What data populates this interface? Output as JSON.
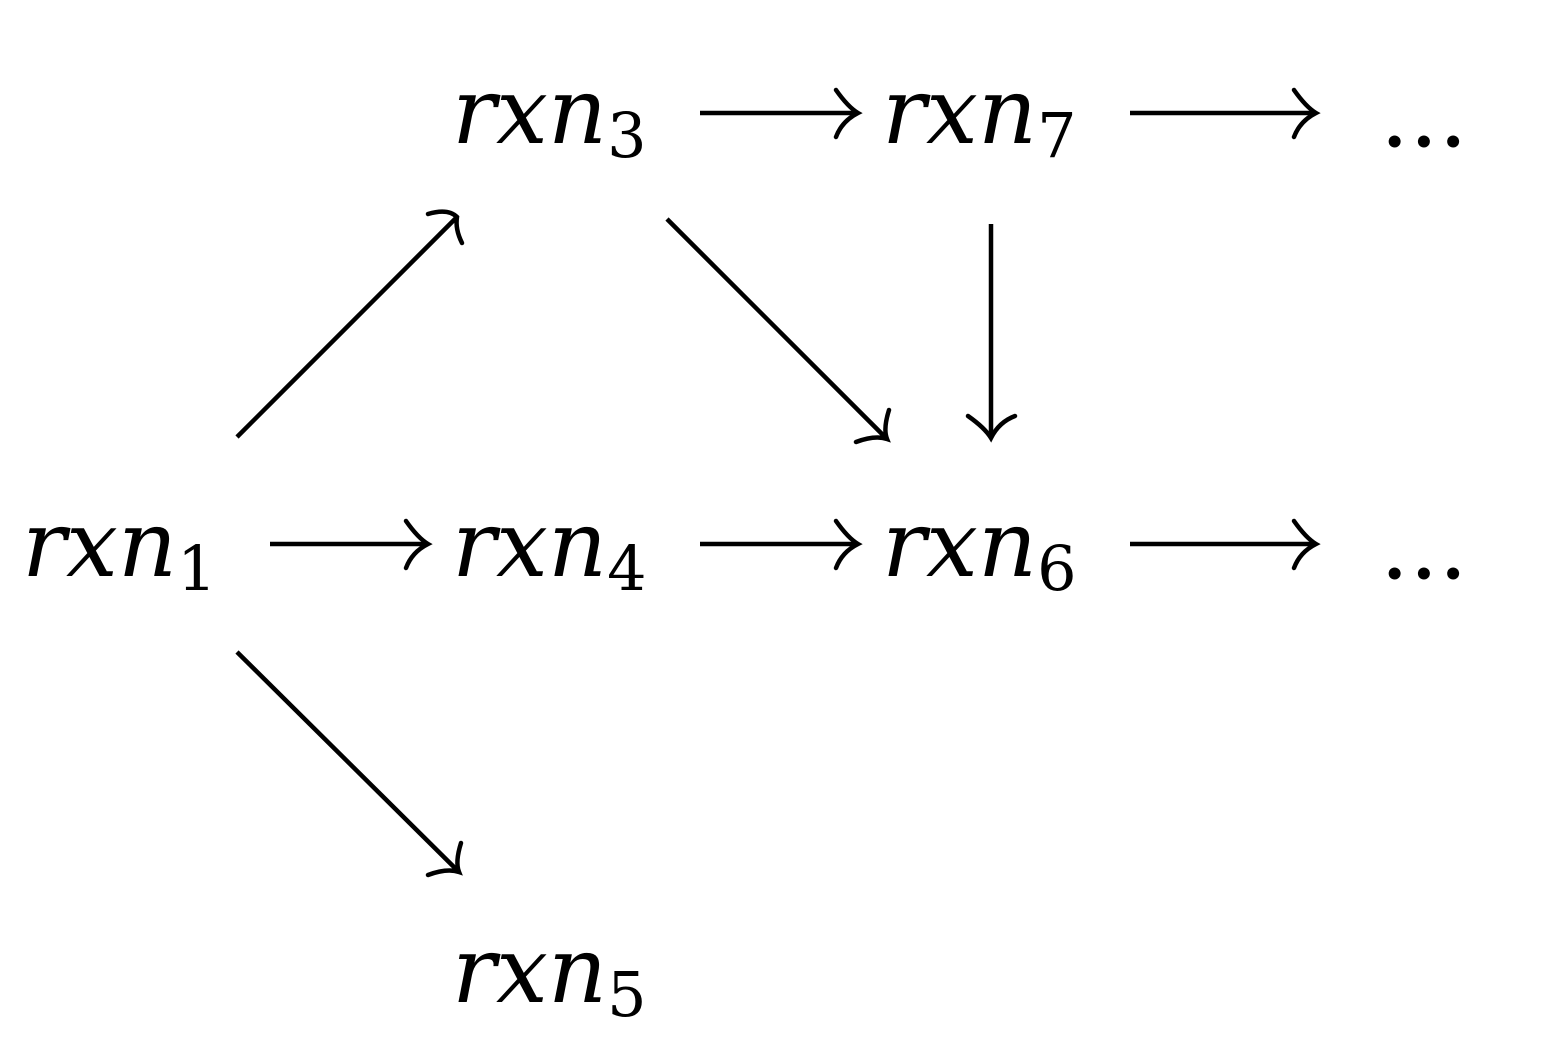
{
  "diagram": {
    "nodes": [
      {
        "id": "rxn1",
        "base": "rxn",
        "sub": "1"
      },
      {
        "id": "rxn3",
        "base": "rxn",
        "sub": "3"
      },
      {
        "id": "rxn4",
        "base": "rxn",
        "sub": "4"
      },
      {
        "id": "rxn5",
        "base": "rxn",
        "sub": "5"
      },
      {
        "id": "rxn6",
        "base": "rxn",
        "sub": "6"
      },
      {
        "id": "rxn7",
        "base": "rxn",
        "sub": "7"
      },
      {
        "id": "more_top",
        "text": "..."
      },
      {
        "id": "more_mid",
        "text": "..."
      }
    ],
    "edges": [
      {
        "from": "rxn1",
        "to": "rxn3"
      },
      {
        "from": "rxn1",
        "to": "rxn4"
      },
      {
        "from": "rxn1",
        "to": "rxn5"
      },
      {
        "from": "rxn3",
        "to": "rxn7"
      },
      {
        "from": "rxn3",
        "to": "rxn6"
      },
      {
        "from": "rxn4",
        "to": "rxn6"
      },
      {
        "from": "rxn7",
        "to": "rxn6"
      },
      {
        "from": "rxn7",
        "to": "more_top"
      },
      {
        "from": "rxn6",
        "to": "more_mid"
      }
    ]
  }
}
